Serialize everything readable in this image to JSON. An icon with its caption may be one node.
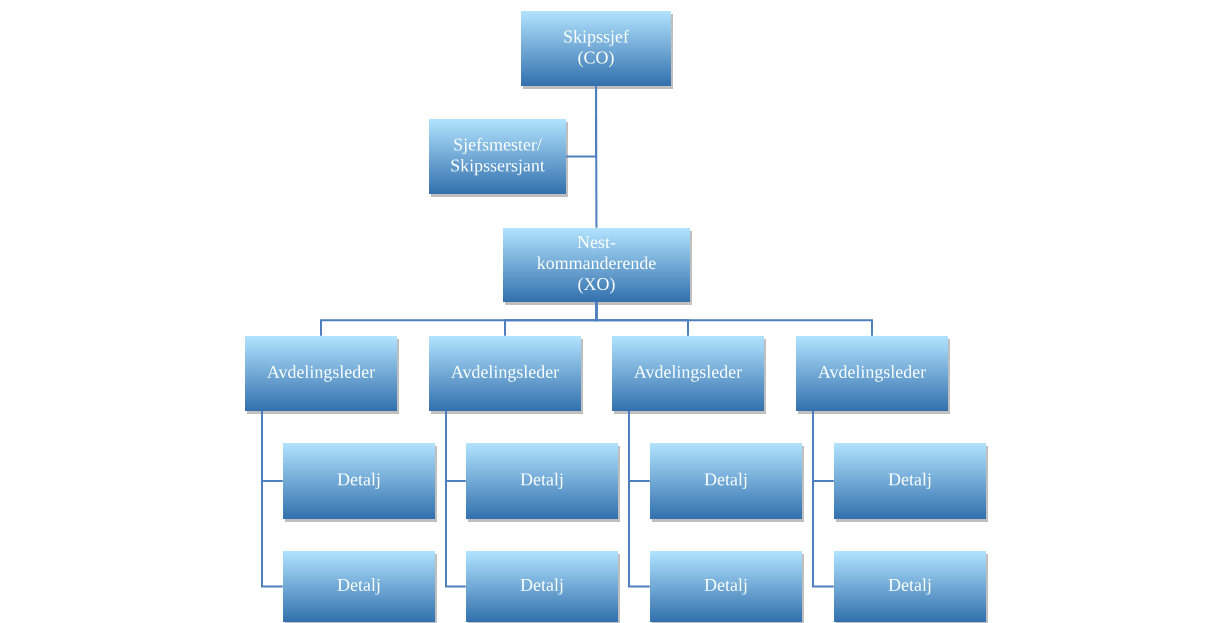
{
  "diagram": {
    "nodes": [
      {
        "text": [
          "Skipssjef (CO)"
        ]
      },
      {
        "text": [
          "Sjefsmester/ Skipssersjant"
        ]
      },
      {
        "text": [
          "Nest- kommanderende (XO)"
        ]
      },
      {
        "text": [
          "Avdelingsleder"
        ]
      },
      {
        "text": [
          "Avdelingsleder"
        ]
      },
      {
        "text": [
          "Avdelingsleder"
        ]
      },
      {
        "text": [
          "Avdelingsleder"
        ]
      },
      {
        "text": [
          "Detalj"
        ]
      },
      {
        "text": [
          "Detalj"
        ]
      },
      {
        "text": [
          "Detalj"
        ]
      },
      {
        "text": [
          "Detalj"
        ]
      },
      {
        "text": [
          "Detalj"
        ]
      },
      {
        "text": [
          "Detalj"
        ]
      },
      {
        "text": [
          "Detalj"
        ]
      },
      {
        "text": [
          "Detalj"
        ]
      }
    ],
    "edges": [
      {
        "from": 0,
        "to": 1,
        "arrow": "none"
      },
      {
        "from": 0,
        "to": 2,
        "arrow": "none"
      },
      {
        "from": 2,
        "to": 3,
        "arrow": "none"
      },
      {
        "from": 2,
        "to": 4,
        "arrow": "none"
      },
      {
        "from": 2,
        "to": 5,
        "arrow": "none"
      },
      {
        "from": 2,
        "to": 6,
        "arrow": "none"
      },
      {
        "from": 3,
        "to": 7,
        "arrow": "none"
      },
      {
        "from": 3,
        "to": 11,
        "arrow": "none"
      },
      {
        "from": 4,
        "to": 8,
        "arrow": "none"
      },
      {
        "from": 4,
        "to": 12,
        "arrow": "none"
      },
      {
        "from": 5,
        "to": 9,
        "arrow": "none"
      },
      {
        "from": 5,
        "to": 13,
        "arrow": "none"
      },
      {
        "from": 6,
        "to": 10,
        "arrow": "none"
      },
      {
        "from": 6,
        "to": 14,
        "arrow": "none"
      }
    ]
  }
}
